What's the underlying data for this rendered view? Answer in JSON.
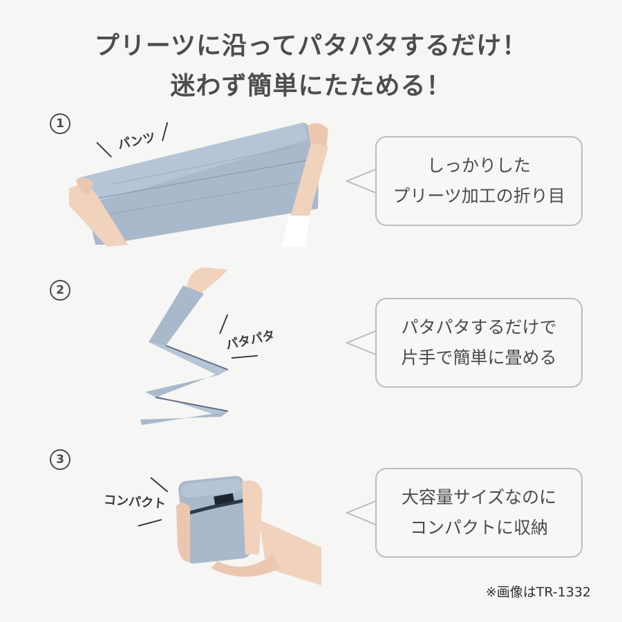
{
  "title": {
    "line1": "プリーツに沿ってパタパタするだけ！",
    "line2": "迷わず簡単にたためる！"
  },
  "steps": [
    {
      "number": "1",
      "label": "パンツ",
      "bubble_line1": "しっかりした",
      "bubble_line2": "プリーツ加工の折り目"
    },
    {
      "number": "2",
      "label": "パタパタ",
      "bubble_line1": "パタパタするだけで",
      "bubble_line2": "片手で簡単に畳める"
    },
    {
      "number": "3",
      "label": "コンパクト",
      "bubble_line1": "大容量サイズなのに",
      "bubble_line2": "コンパクトに収納"
    }
  ],
  "note": "※画像はTR-1332",
  "colors": {
    "background": "#f6f6f4",
    "fabric": "#a9b9cc",
    "bubble_border": "#bdbdbd",
    "text": "#4a4a4a"
  }
}
